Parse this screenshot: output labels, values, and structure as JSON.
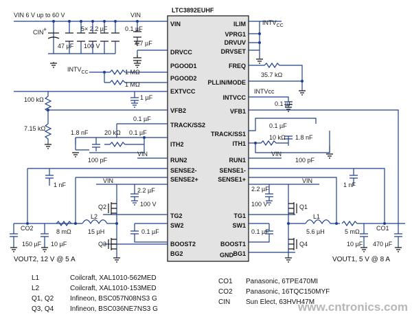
{
  "chip": {
    "name": "LTC3892EUHF",
    "left_pins": [
      "VIN",
      "DRVCC",
      "PGOOD1",
      "PGOOD2",
      "EXTVCC",
      "VFB2",
      "TRACK/SS2",
      "ITH2",
      "RUN2",
      "SENSE2-",
      "SENSE2+",
      "TG2",
      "SW2",
      "BOOST2",
      "BG2"
    ],
    "right_pins": [
      "ILIM",
      "VPRG1",
      "DRVUV",
      "DRVSET",
      "FREQ",
      "PLLIN/MODE",
      "INTVCC",
      "VFB1",
      "TRACK/SS1",
      "ITH1",
      "RUN1",
      "SENSE1-",
      "SENSE1+",
      "TG1",
      "SW1",
      "BOOST1",
      "BG1"
    ],
    "bottom_pin": "GND"
  },
  "labels": {
    "vin_range": "VIN 6 V up to 60 V",
    "vin_net": "VIN",
    "vin_tg2": "VIN",
    "vin_tg1": "VIN",
    "vin_run2": "VIN",
    "vin_run1": "VIN",
    "cin": "CIN",
    "c_in_47": "47 µF",
    "c_in_22": "5× 2.2 µF",
    "c_in_100v": "100 V",
    "c_vin_01": "0.1 µF",
    "c_drvcc": "4.7 µF",
    "intvcc_left": "INTV",
    "intvcc_left_sub": "CC",
    "intvcc_right": "INTV",
    "intvcc_right_sub": "CC",
    "intvcc_pin_label": "INTVcc",
    "r_pgood1": "1 MΩ",
    "r_pgood2": "1 MΩ",
    "c_extvcc": "1 µF",
    "r_freq": "35.7 kΩ",
    "c_intvcc": "0.1 µF",
    "r_100k": "100 kΩ",
    "r_715k": "7.15 kΩ",
    "c_track2": "0.1 µF",
    "c_ith2_18": "1.8 nF",
    "r_ith2": "20 kΩ",
    "c_ith2_01": "0.1 µF",
    "c_ith2_100p": "100 pF",
    "c_track1": "0.1 µF",
    "r_ith1": "10 kΩ",
    "c_ith1_18": "1.8 nF",
    "c_ith1_100p": "100 pF",
    "c_sense2": "1 nF",
    "c_sense1": "1 nF",
    "c_boost2_22": "2.2 µF",
    "c_boost2_100v": "100 V",
    "c_boost1_22": "2.2 µF",
    "c_boost1_100v": "100 V",
    "q2": "Q2",
    "q3": "Q3",
    "q1": "Q1",
    "q4": "Q4",
    "l2": "L2",
    "l2_val": "15 µH",
    "l1": "L1",
    "l1_val": "5.6 µH",
    "r_8m": "8 mΩ",
    "r_5m": "5 mΩ",
    "c_bst2": "0.1 µF",
    "c_bst1": "0.1 µF",
    "co2": "CO2",
    "co1": "CO1",
    "co2_150": "150 µF",
    "co2_10": "10 µF",
    "co1_10": "10 µF",
    "co1_470": "470 µF",
    "vout2": "VOUT2, 12 V @ 5 A",
    "vout1": "VOUT1, 5 V @ 8 A"
  },
  "bom_left": [
    {
      "ref": "L1",
      "desc": "Coilcraft, XAL1010-562MED"
    },
    {
      "ref": "L2",
      "desc": "Coilcraft, XAL1010-153MED"
    },
    {
      "ref": "Q1, Q2",
      "desc": "Infineon, BSC057N08NS3 G"
    },
    {
      "ref": "Q3, Q4",
      "desc": "Infineon, BSC036NE7NS3 G"
    }
  ],
  "bom_right": [
    {
      "ref": "CO1",
      "desc": "Panasonic, 6TPE470MI"
    },
    {
      "ref": "CO2",
      "desc": "Panasonic, 16TQC150MYF"
    },
    {
      "ref": "CIN",
      "desc": "Sun Elect, 63HVH47M"
    }
  ],
  "watermark": "www.cntronics.com",
  "colors": {
    "wire": "#1d3f8f",
    "chip_fill": "#e3e3e3",
    "text": "#111111"
  }
}
